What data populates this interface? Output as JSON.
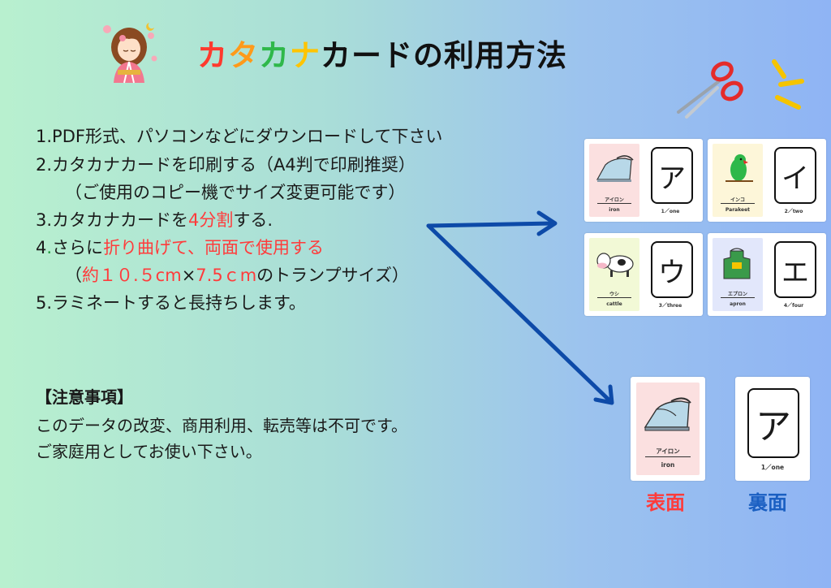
{
  "title": {
    "chars": [
      {
        "t": "カ",
        "color": "#ff3a2e"
      },
      {
        "t": "タ",
        "color": "#ff9a1a"
      },
      {
        "t": "カ",
        "color": "#2fb84a"
      },
      {
        "t": "ナ",
        "color": "#ffc400"
      },
      {
        "t": "カードの利用方法",
        "color": "#111111"
      }
    ]
  },
  "steps": [
    {
      "parts": [
        {
          "t": "1.PDF形式、パソコンなどにダウンロードして下さい",
          "c": ""
        }
      ]
    },
    {
      "parts": [
        {
          "t": "2.カタカナカードを印刷する（A4判で印刷推奨）",
          "c": ""
        }
      ]
    },
    {
      "parts": [
        {
          "t": "（ご使用のコピー機でサイズ変更可能です）",
          "c": ""
        }
      ]
    },
    {
      "parts": [
        {
          "t": "3.カタカナカードを",
          "c": ""
        },
        {
          "t": "4分割",
          "c": "red"
        },
        {
          "t": "する.",
          "c": ""
        }
      ]
    },
    {
      "parts": [
        {
          "t": "4",
          "c": ""
        },
        {
          "t": ".",
          "c": "green"
        },
        {
          "t": "さらに",
          "c": ""
        },
        {
          "t": "折り曲げて、両面で使用する",
          "c": "red"
        }
      ]
    },
    {
      "parts": [
        {
          "t": "（",
          "c": ""
        },
        {
          "t": "約１０.５cm",
          "c": "red"
        },
        {
          "t": "×",
          "c": ""
        },
        {
          "t": "7.5ｃm",
          "c": "red"
        },
        {
          "t": "のトランプサイズ）",
          "c": ""
        }
      ]
    },
    {
      "parts": [
        {
          "t": "5.ラミネートすると長持ちします。",
          "c": ""
        }
      ]
    }
  ],
  "notes": {
    "heading": "【注意事項】",
    "line1": "このデータの改変、商用利用、転売等は不可です。",
    "line2": "ご家庭用としてお使い下さい。"
  },
  "cards": [
    {
      "kana": "ア",
      "word_kana": "アイロン",
      "word": "iron",
      "num": "1／one",
      "panel_color": "#fbe0e0",
      "picture": "iron-icon"
    },
    {
      "kana": "イ",
      "word_kana": "インコ",
      "word": "Parakeet",
      "num": "2／two",
      "panel_color": "#fdf6d9",
      "picture": "parakeet-icon"
    },
    {
      "kana": "ウ",
      "word_kana": "ウシ",
      "word": "cattle",
      "num": "3／three",
      "panel_color": "#f2f9d6",
      "picture": "cow-icon"
    },
    {
      "kana": "エ",
      "word_kana": "エプロン",
      "word": "apron",
      "num": "4／four",
      "panel_color": "#e2e7fb",
      "picture": "apron-icon"
    }
  ],
  "large_card": {
    "kana": "ア",
    "word_kana": "アイロン",
    "word": "iron",
    "num": "1／one",
    "panel_color": "#fbe0e0"
  },
  "labels": {
    "front": "表面",
    "back": "裏面",
    "front_color": "#ff3b3b",
    "back_color": "#1a5fc2"
  },
  "colors": {
    "arrow": "#0d4aa8"
  }
}
